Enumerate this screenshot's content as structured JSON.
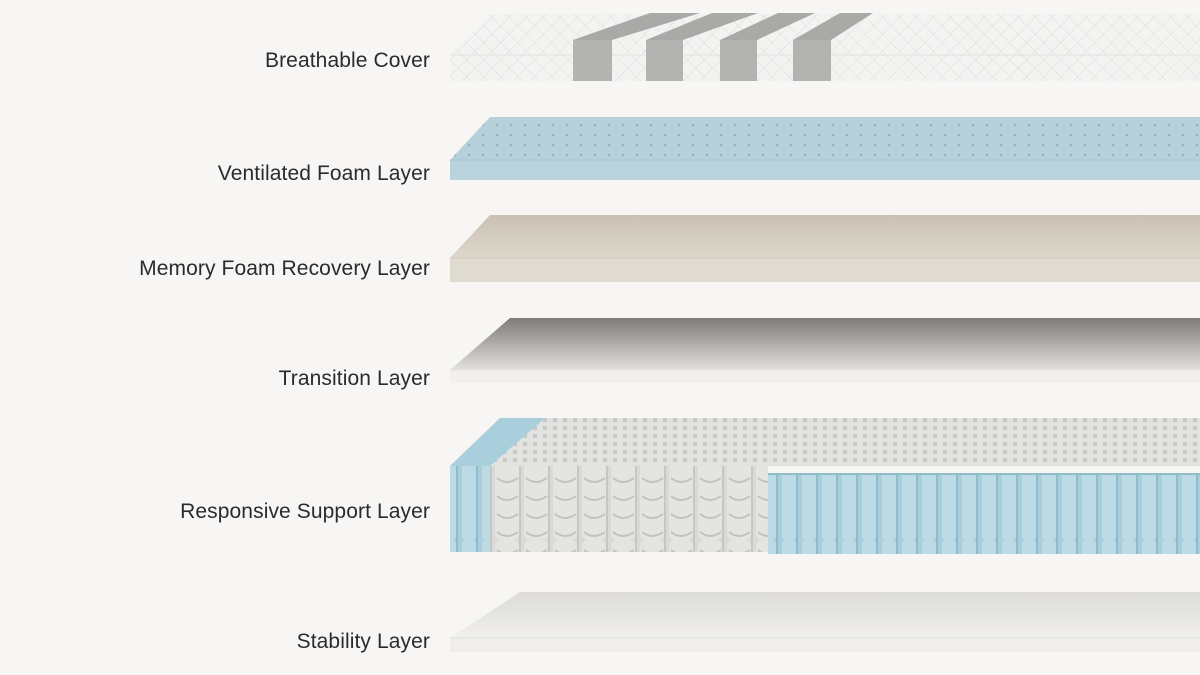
{
  "layers": [
    {
      "label": "Breathable Cover"
    },
    {
      "label": "Ventilated Foam Layer"
    },
    {
      "label": "Memory Foam Recovery Layer"
    },
    {
      "label": "Transition Layer"
    },
    {
      "label": "Responsive Support Layer"
    },
    {
      "label": "Stability Layer"
    }
  ],
  "colors": {
    "background": "#f7f6f4",
    "cover": "#f1f1f0",
    "cover_bands": "#a9a9a7",
    "ventilated_foam": "#b9d3dc",
    "memory_foam": "#d9d2c4",
    "transition_top": "#8e8c89",
    "support_grey_coils": "#d7d7d5",
    "support_blue_coils": "#a9cfdc",
    "stability": "#ebeae7"
  }
}
